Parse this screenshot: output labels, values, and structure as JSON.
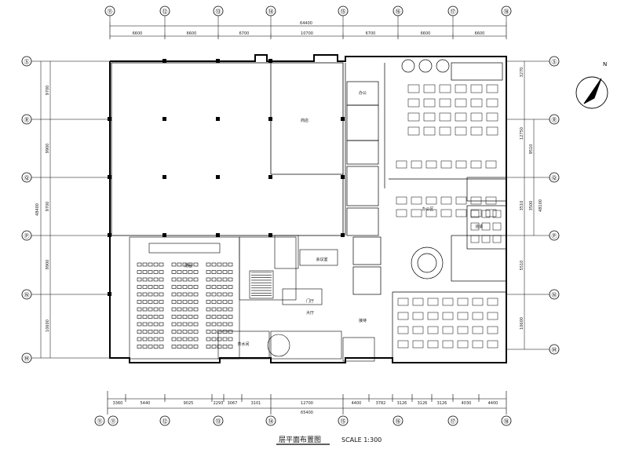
{
  "colors": {
    "line": "#000000",
    "background": "#ffffff"
  },
  "north": "N",
  "title": "层平面布置图",
  "scale": "SCALE 1:300",
  "top_dims": {
    "total": "64400",
    "segments": [
      "6600",
      "6600",
      "6700",
      "10700",
      "6700",
      "6600",
      "6600"
    ]
  },
  "bottom_dims": {
    "total": "65400",
    "segments": [
      "3360",
      "5440",
      "9025",
      "2293",
      "3067",
      "3101",
      "12700",
      "4400",
      "3782",
      "3126",
      "3126",
      "3126",
      "4030",
      "4400"
    ]
  },
  "left_dims": {
    "total": "48400",
    "segments": [
      "9700",
      "9900",
      "9700",
      "9900",
      "10600"
    ]
  },
  "right_dims": {
    "labels": [
      "3270",
      "12750",
      "9510",
      "3510",
      "3500",
      "48100",
      "5510",
      "10600"
    ]
  },
  "rooms": {
    "r1": "商店",
    "r2": "会议室",
    "r3": "办公",
    "r4": "办公区",
    "r5": "大厅",
    "r6": "前台",
    "r7": "接待",
    "r8": "茶水间",
    "r9": "洽谈",
    "r10": "门厅"
  },
  "axes": {
    "top": [
      "⑪",
      "⑫",
      "⑬",
      "⑭",
      "⑮",
      "⑯",
      "⑰",
      "⑱"
    ],
    "bottom": [
      "⑪",
      "⑪",
      "⑫",
      "⑬",
      "⑭",
      "⑮",
      "⑯",
      "⑰",
      "⑱"
    ],
    "left": [
      "Ⓢ",
      "Ⓡ",
      "Ⓠ",
      "Ⓟ",
      "Ⓝ",
      "Ⓜ"
    ],
    "right": [
      "Ⓢ",
      "Ⓡ",
      "Ⓠ",
      "Ⓟ",
      "Ⓝ",
      "Ⓜ"
    ]
  }
}
